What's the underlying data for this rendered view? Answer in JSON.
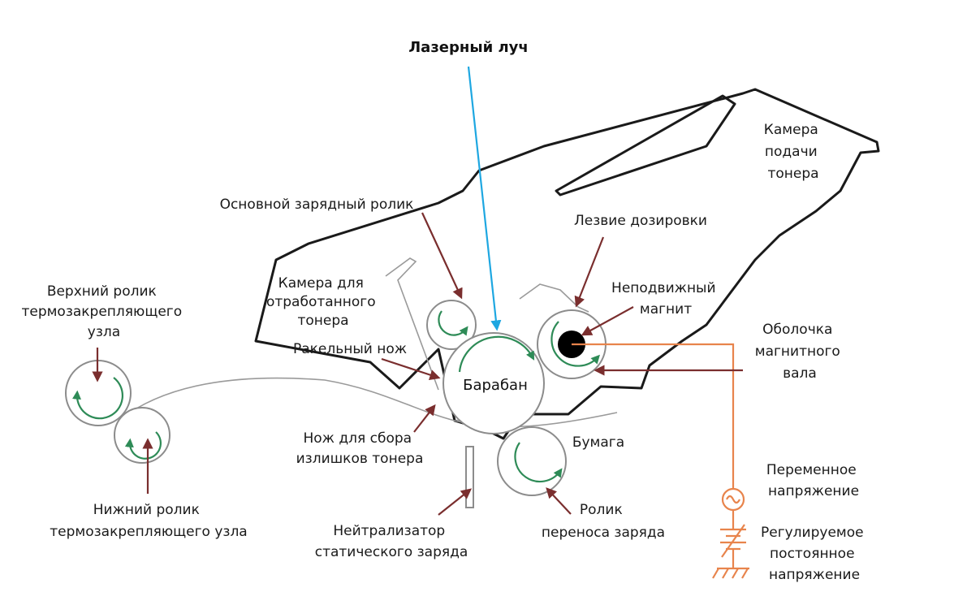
{
  "colors": {
    "laser": "#1ea7e1",
    "callout": "#7a2e2e",
    "rotation": "#2e8b57",
    "circuit": "#e8844c",
    "outline": "#1a1a1a"
  },
  "labels": {
    "laser_beam": "Лазерный луч",
    "toner_feed_chamber": [
      "Камера",
      "подачи",
      "тонера"
    ],
    "primary_charge_roller": "Основной зарядный ролик",
    "metering_blade": "Лезвие дозировки",
    "waste_toner_chamber": [
      "Камера для",
      "отработанного",
      "тонера"
    ],
    "stationary_magnet": [
      "Неподвижный",
      "магнит"
    ],
    "magnetic_roller_sleeve": [
      "Оболочка",
      "магнитного",
      "вала"
    ],
    "wiper_blade": "Ракельный нож",
    "drum": "Барабан",
    "upper_fuser_roller": [
      "Верхний ролик",
      "термозакрепляющего",
      "узла"
    ],
    "excess_toner_blade": [
      "Нож для сбора",
      "излишков тонера"
    ],
    "paper": "Бумага",
    "ac_voltage": [
      "Переменное",
      "напряжение"
    ],
    "lower_fuser_roller": [
      "Нижний ролик",
      "термозакрепляющего узла"
    ],
    "static_eliminator": [
      "Нейтрализатор",
      "статического заряда"
    ],
    "transfer_roller": [
      "Ролик",
      "переноса заряда"
    ],
    "dc_voltage": [
      "Регулируемое",
      "постоянное",
      "напряжение"
    ]
  }
}
